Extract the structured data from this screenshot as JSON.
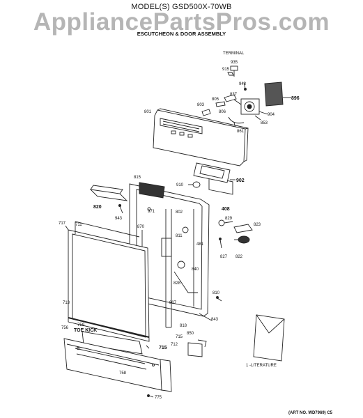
{
  "header": {
    "model": "MODEL(S) GSD500X-70WB",
    "watermark": "AppliancePartsPros.com",
    "subtitle": "ESCUTCHEON & DOOR ASSEMBLY"
  },
  "footer": {
    "art_no": "(ART NO. WD7969) C5"
  },
  "labels": {
    "terminal": "TERMINAL",
    "p935": "935",
    "p915": "915",
    "p943a": "943",
    "p837": "837",
    "p896": "896",
    "p803": "803",
    "p805": "805",
    "p806": "806",
    "p801": "801",
    "p904": "904",
    "p853": "853",
    "p861": "861",
    "p815": "815",
    "p910": "910",
    "p902": "902",
    "p408": "408",
    "p820": "820",
    "p943b": "943",
    "p971": "971",
    "p802": "802",
    "p870": "870",
    "p717": "717",
    "p711": "711",
    "p829": "829",
    "p823": "823",
    "p811": "811",
    "p481": "481",
    "p827": "827",
    "p822": "822",
    "p840": "840",
    "p828": "828",
    "p810": "810",
    "p713": "713",
    "p807": "807",
    "p843": "843",
    "p756": "756",
    "p759": "759",
    "toe_kick": "TOE KICK",
    "p818": "818",
    "p850": "850",
    "p715a": "715",
    "p715b": "715",
    "p712": "712",
    "p758": "758",
    "p775": "775",
    "literature": "1 -LITERATURE"
  }
}
